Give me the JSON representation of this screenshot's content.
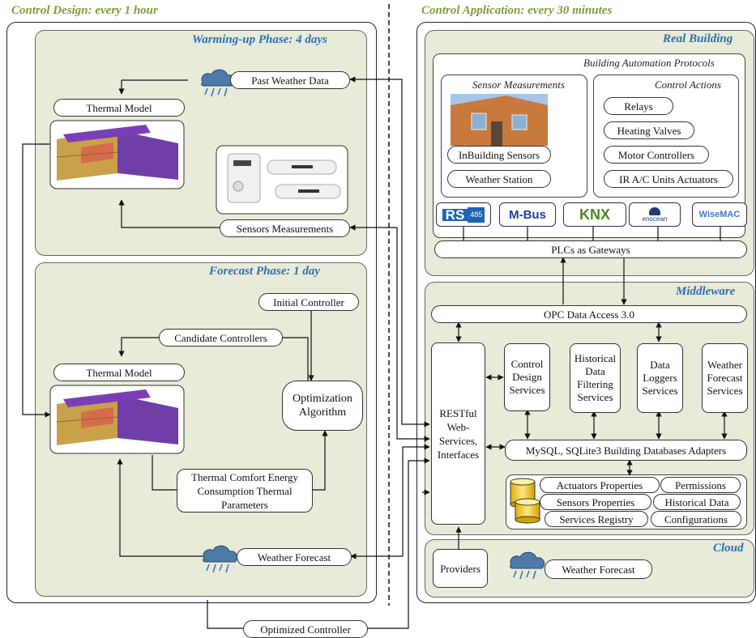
{
  "headers": {
    "design": "Control Design: every 1 hour",
    "application": "Control Application: every 30 minutes"
  },
  "warmup": {
    "title": "Warming-up Phase: 4 days",
    "past_weather": "Past Weather Data",
    "thermal_model": "Thermal Model",
    "sensors": "Sensors Measurements"
  },
  "forecast": {
    "title": "Forecast Phase: 1 day",
    "initial_controller": "Initial Controller",
    "candidate_controllers": "Candidate Controllers",
    "thermal_model": "Thermal Model",
    "optimization": "Optimization Algorithm",
    "outputs": "Thermal Comfort Energy Consumption Thermal Parameters",
    "weather_forecast": "Weather Forecast"
  },
  "optimized_controller": "Optimized Controller",
  "real_building": {
    "title": "Real Building",
    "protocols": "Building Automation Protocols",
    "sensor_measurements": "Sensor Measurements",
    "control_actions": "Control Actions",
    "inbuilding_sensors": "InBuilding Sensors",
    "weather_station": "Weather Station",
    "actions": [
      "Relays",
      "Heating Valves",
      "Motor Controllers",
      "IR A/C Units Actuators"
    ],
    "protocol_logos": [
      "RS",
      "485",
      "M-Bus",
      "KNX",
      "enocean",
      "WiseMAC"
    ],
    "plc": "PLCs as Gateways"
  },
  "middleware": {
    "title": "Middleware",
    "opc": "OPC Data Access 3.0",
    "restful": "RESTful Web-Services, Interfaces",
    "services": [
      "Control Design Services",
      "Historical Data Filtering Services",
      "Data Loggers Services",
      "Weather Forecast Services"
    ],
    "adapters": "MySQL, SQLite3 Building Databases Adapters",
    "db_items": [
      "Actuators Properties",
      "Permissions",
      "Sensors Properties",
      "Historical Data",
      "Services Registry",
      "Configurations"
    ]
  },
  "cloud": {
    "title": "Cloud",
    "providers": "Providers",
    "weather_forecast": "Weather Forecast"
  },
  "colors": {
    "header_green": "#7a9e3c",
    "phase_blue": "#2e6fb0",
    "panel_fill": "#e7ebd8"
  },
  "icons": [
    "rain-cloud-icon",
    "building-model-image",
    "sensor-devices-image",
    "building-photo-image",
    "database-cylinder-icon"
  ]
}
